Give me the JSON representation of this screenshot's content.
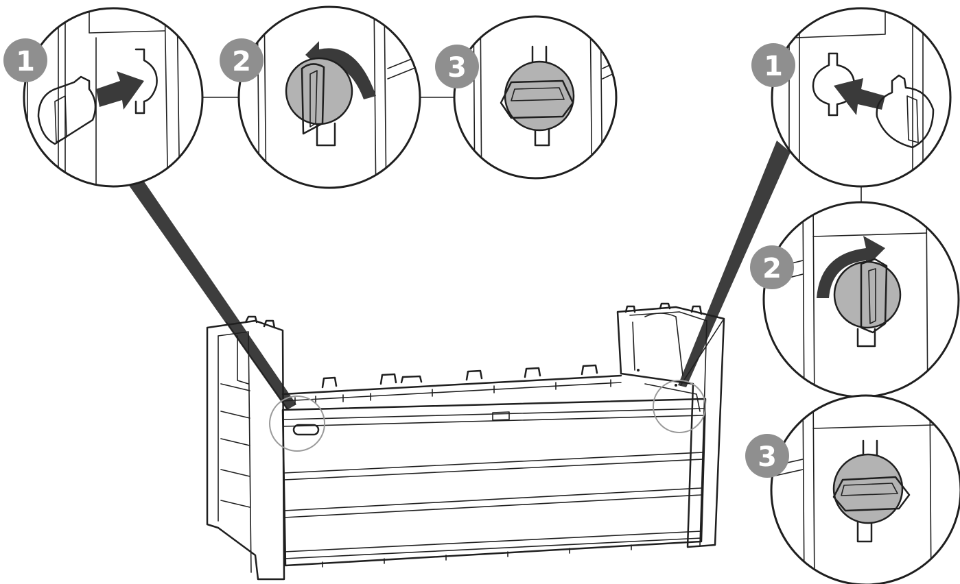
{
  "colors": {
    "line": "#1f1f1f",
    "badge": "#8f8f8f",
    "knob_fill": "#b3b3b3",
    "arrow": "#3a3a3a",
    "pointer": "#3d3d3d",
    "background": "#ffffff"
  },
  "left_sequence": {
    "steps": [
      {
        "label": "1",
        "action": "insert"
      },
      {
        "label": "2",
        "action": "rotate"
      },
      {
        "label": "3",
        "action": "locked"
      }
    ]
  },
  "right_sequence": {
    "steps": [
      {
        "label": "1",
        "action": "insert"
      },
      {
        "label": "2",
        "action": "rotate"
      },
      {
        "label": "3",
        "action": "locked"
      }
    ]
  },
  "icons": {
    "insert_arrow": "push-arrow-icon",
    "rotate_arrow": "rotate-arrow-icon",
    "lock_knob": "lock-knob-icon"
  }
}
